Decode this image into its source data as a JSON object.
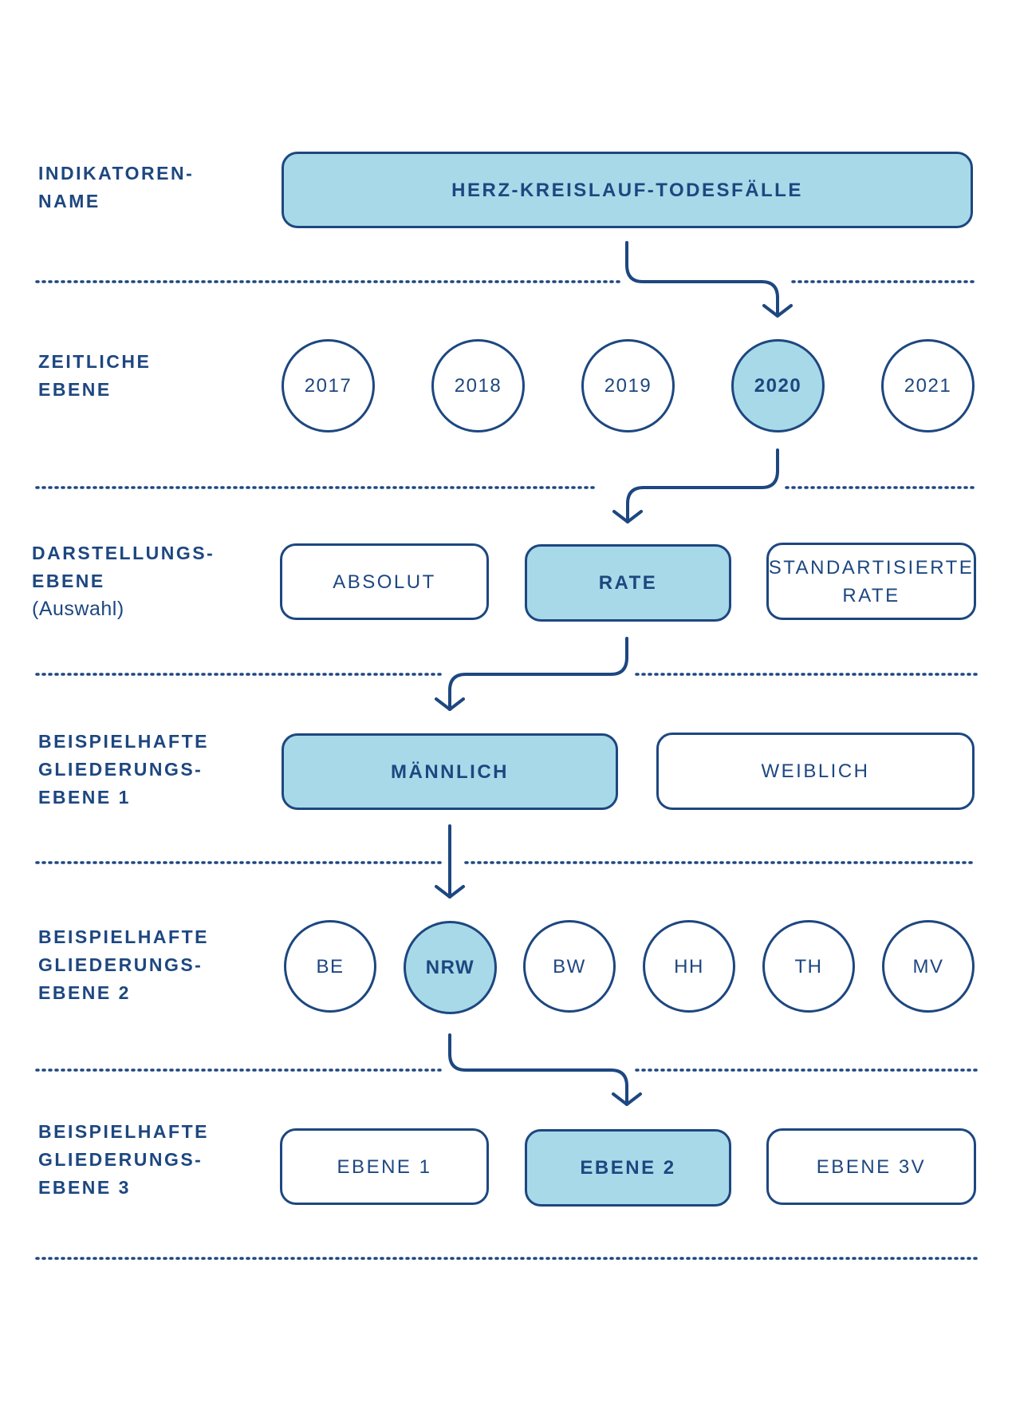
{
  "rows": {
    "indicator": {
      "label": [
        "INDIKATOREN-",
        "NAME"
      ],
      "item": "HERZ-KREISLAUF-TODESFÄLLE"
    },
    "time": {
      "label": [
        "ZEITLICHE",
        "EBENE"
      ],
      "items": [
        "2017",
        "2018",
        "2019",
        "2020",
        "2021"
      ],
      "selected": "2020"
    },
    "display": {
      "label": [
        "DARSTELLUNGS-",
        "EBENE"
      ],
      "label_note": "(Auswahl)",
      "items": [
        "ABSOLUT",
        "RATE",
        [
          "STANDARTISIERTE",
          "RATE"
        ]
      ],
      "selected": "RATE"
    },
    "level1": {
      "label": [
        "BEISPIELHAFTE",
        "GLIEDERUNGS-",
        "EBENE 1"
      ],
      "items": [
        "MÄNNLICH",
        "WEIBLICH"
      ],
      "selected": "MÄNNLICH"
    },
    "level2": {
      "label": [
        "BEISPIELHAFTE",
        "GLIEDERUNGS-",
        "EBENE 2"
      ],
      "items": [
        "BE",
        "NRW",
        "BW",
        "HH",
        "TH",
        "MV"
      ],
      "selected": "NRW"
    },
    "level3": {
      "label": [
        "BEISPIELHAFTE",
        "GLIEDERUNGS-",
        "EBENE 3"
      ],
      "items": [
        "EBENE 1",
        "EBENE 2",
        "EBENE 3V"
      ],
      "selected": "EBENE 2"
    }
  },
  "colors": {
    "stroke": "#1d4780",
    "highlight": "#a8d9e8",
    "background": "#ffffff"
  }
}
